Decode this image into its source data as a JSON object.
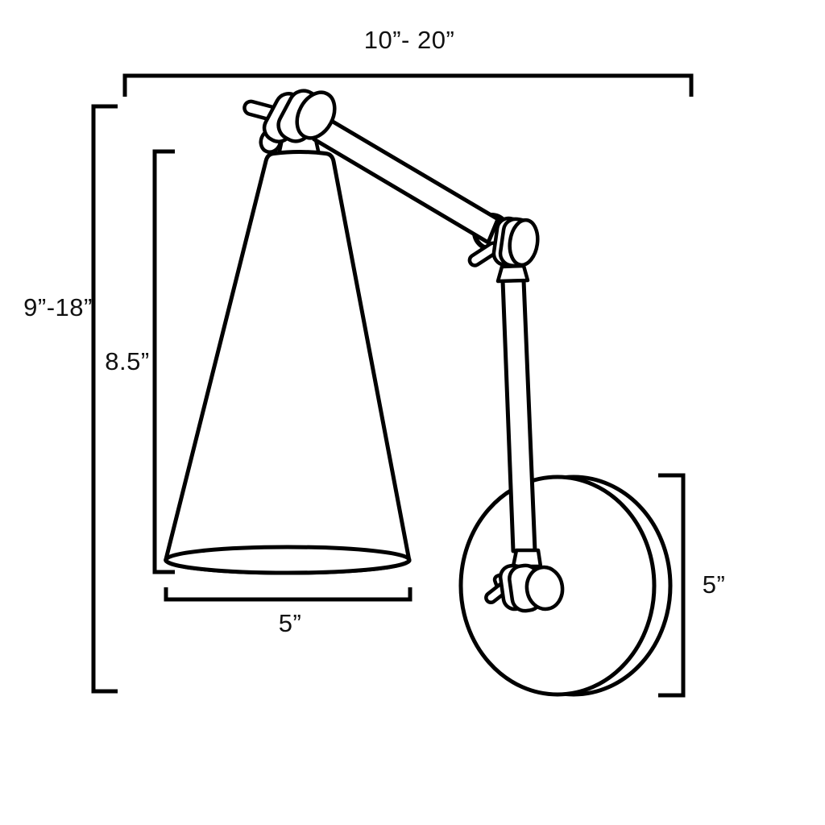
{
  "diagram": {
    "background_color": "#ffffff",
    "line_color": "#000000",
    "labels": {
      "overall_width": "10”- 20”",
      "overall_height": "9”-18”",
      "shade_height": "8.5”",
      "shade_width": "5”",
      "backplate_height": "5”"
    }
  }
}
